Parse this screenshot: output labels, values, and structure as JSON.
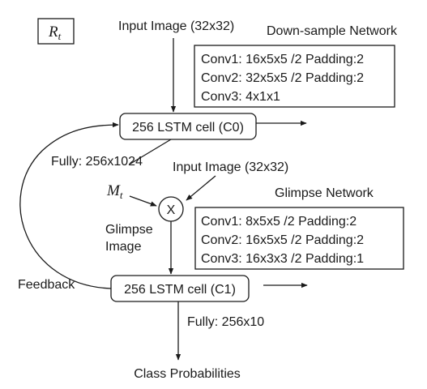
{
  "rt_label": {
    "base": "R",
    "sub": "t"
  },
  "down_sample": {
    "input_label": "Input Image (32x32)",
    "title": "Down-sample Network",
    "layers": [
      "Conv1: 16x5x5 /2 Padding:2",
      "Conv2: 32x5x5 /2 Padding:2",
      "Conv3: 4x1x1"
    ]
  },
  "lstm_c0": {
    "label": "256 LSTM cell (C0)"
  },
  "fully_c0": "Fully: 256x1024",
  "mt_label": {
    "base": "M",
    "sub": "t"
  },
  "glimpse_input_label": "Input Image (32x32)",
  "multiply_symbol": "X",
  "glimpse_image_label": [
    "Glimpse",
    "Image"
  ],
  "glimpse": {
    "title": "Glimpse Network",
    "layers": [
      "Conv1: 8x5x5 /2 Padding:2",
      "Conv2: 16x5x5 /2 Padding:2",
      "Conv3: 16x3x3 /2 Padding:1"
    ]
  },
  "feedback_label": "Feedback",
  "lstm_c1": {
    "label": "256 LSTM cell (C1)"
  },
  "fully_c1": "Fully: 256x10",
  "output_label": "Class Probabilities"
}
